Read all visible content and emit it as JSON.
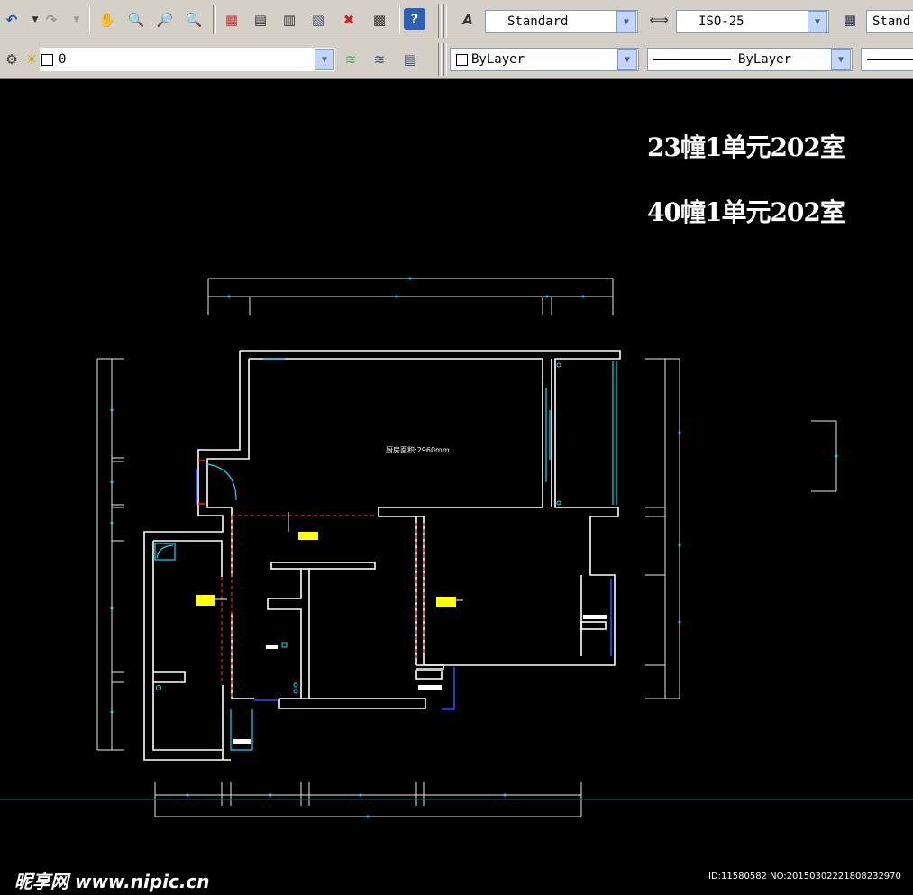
{
  "toolbar1": {
    "buttons": [
      "undo-icon",
      "redo-icon",
      "pan-icon",
      "zoom-realtime-icon",
      "zoom-window-icon",
      "zoom-previous-icon",
      "properties-icon",
      "design-center-icon",
      "tool-palettes-icon",
      "sheet-set-icon",
      "markup-icon",
      "quickcalc-icon",
      "help-icon"
    ],
    "text_style": "Standard",
    "dim_style": "ISO-25",
    "table_style": "Stand"
  },
  "toolbar2": {
    "layer": "0",
    "color": "ByLayer",
    "linetype": "ByLayer"
  },
  "drawing": {
    "title_line1": "23幢1单元202室",
    "title_line2": "40幢1单元202室",
    "room_label": "厨房面积:2960mm"
  },
  "watermark": {
    "logo": "昵享网 www.nipic.cn",
    "id": "ID:11580582 NO:20150302221808232970"
  },
  "colors": {
    "wall": "#ffffff",
    "dimension": "#ffffff",
    "door_window": "#00ffff",
    "dashed": "#ff0000",
    "tag": "#ffff00",
    "background": "#000000"
  }
}
